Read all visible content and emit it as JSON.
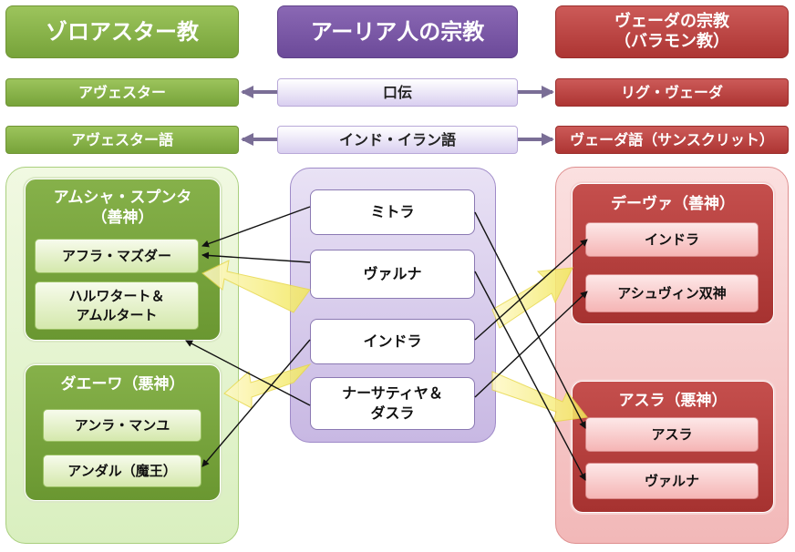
{
  "headers": {
    "left": "ゾロアスター教",
    "center": "アーリア人の宗教",
    "right_line1": "ヴェーダの宗教",
    "right_line2": "（バラモン教）"
  },
  "row1": {
    "left": "アヴェスター",
    "center": "口伝",
    "right": "リグ・ヴェーダ"
  },
  "row2": {
    "left": "アヴェスター語",
    "center": "インド・イラン語",
    "right": "ヴェーダ語（サンスクリット）"
  },
  "left_panel": {
    "group1": {
      "title_line1": "アムシャ・スプンタ",
      "title_line2": "（善神）",
      "items": [
        "アフラ・マズダー",
        "ハルワタート＆",
        "アムルタート"
      ]
    },
    "group2": {
      "title": "ダエーワ（悪神）",
      "items": [
        "アンラ・マンユ",
        "アンダル（魔王）"
      ]
    }
  },
  "center_panel": {
    "items": [
      "ミトラ",
      "ヴァルナ",
      "インドラ",
      "ナーサティヤ＆",
      "ダスラ"
    ]
  },
  "right_panel": {
    "group1": {
      "title": "デーヴァ（善神）",
      "items": [
        "インドラ",
        "アシュヴィン双神"
      ]
    },
    "group2": {
      "title": "アスラ（悪神）",
      "items": [
        "アスラ",
        "ヴァルナ"
      ]
    }
  },
  "colors": {
    "green": "#77a33a",
    "purple": "#6c4a99",
    "red": "#ad3533",
    "arrow_gray": "#7a6e96",
    "highlight_yellow": "#f5ef6a"
  }
}
